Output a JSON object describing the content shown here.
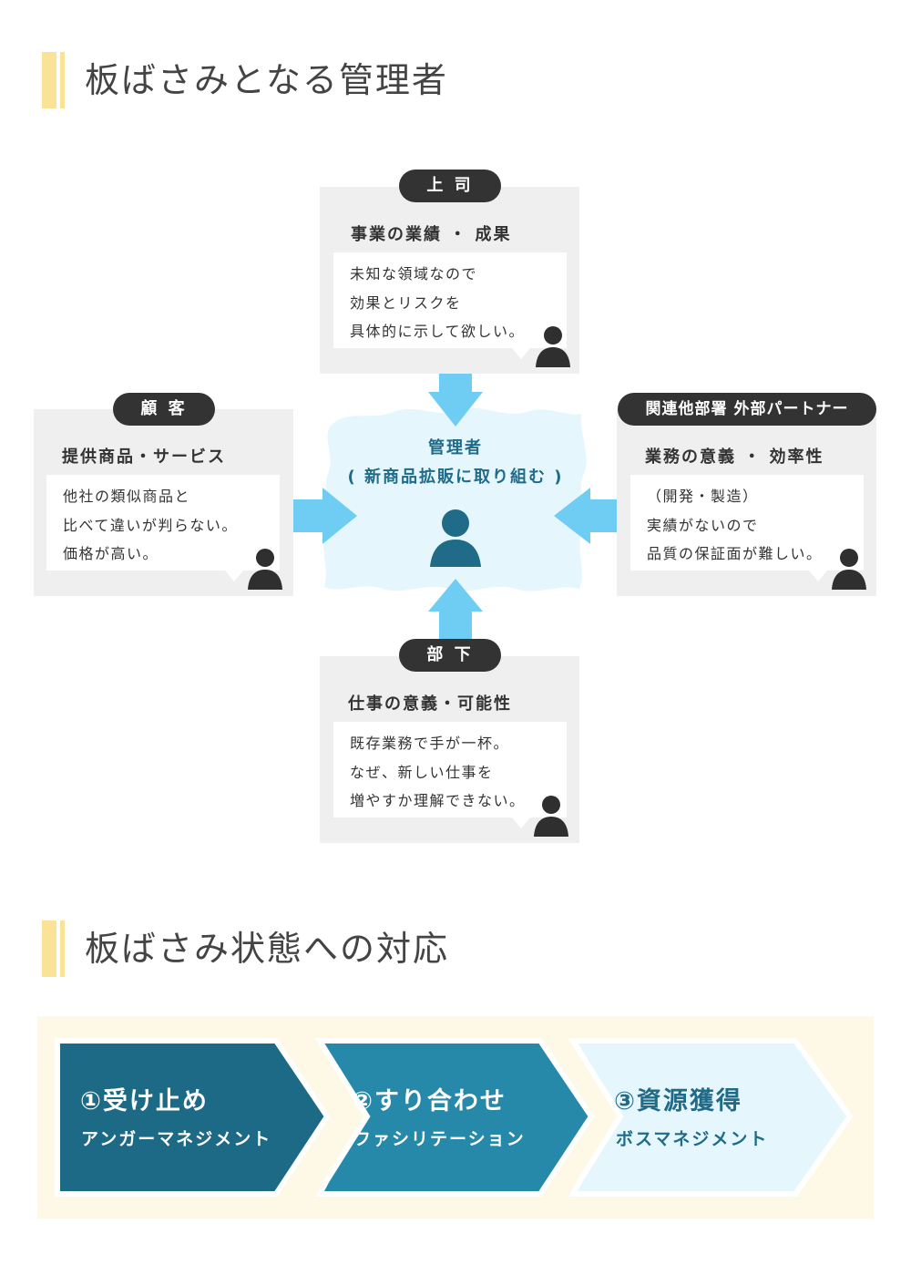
{
  "section1": {
    "title": "板ばさみとなる管理者"
  },
  "section2": {
    "title": "板ばさみ状態への対応"
  },
  "boss": {
    "tag": "上 司",
    "title": "事業の業績 ・ 成果",
    "lines": [
      "未知な領域なので",
      "効果とリスクを",
      "具体的に示して欲しい。"
    ]
  },
  "customer": {
    "tag": "顧 客",
    "title": "提供商品・サービス",
    "lines": [
      "他社の類似商品と",
      "比べて違いが判らない。",
      "価格が高い。"
    ]
  },
  "partner": {
    "tag": "関連他部署 外部パートナー",
    "title": "業務の意義 ・ 効率性",
    "lines": [
      "（開発・製造）",
      "実績がないので",
      "品質の保証面が難しい。"
    ]
  },
  "subordinate": {
    "tag": "部 下",
    "title": "仕事の意義・可能性",
    "lines": [
      "既存業務で手が一杯。",
      "なぜ、新しい仕事を",
      "増やすか理解できない。"
    ]
  },
  "manager": {
    "title": "管理者",
    "subtitle": "( 新商品拡販に取り組む )"
  },
  "steps": [
    {
      "main": "①受け止め",
      "sub": "アンガーマネジメント"
    },
    {
      "main": "②すり合わせ",
      "sub": "ファシリテーション"
    },
    {
      "main": "③資源獲得",
      "sub": "ボスマネジメント"
    }
  ],
  "colors": {
    "accent_bar": "#fae396",
    "arrow": "#6fcdf3",
    "manager_text": "#1f6b88",
    "person_icon": "#2f2f2f",
    "manager_icon": "#1f6b88",
    "step1": "#1c6a85",
    "step2": "#2789aa",
    "step3": "#e6f6fd",
    "step3_text": "#1f6b88",
    "band": "#fdf9e6"
  }
}
